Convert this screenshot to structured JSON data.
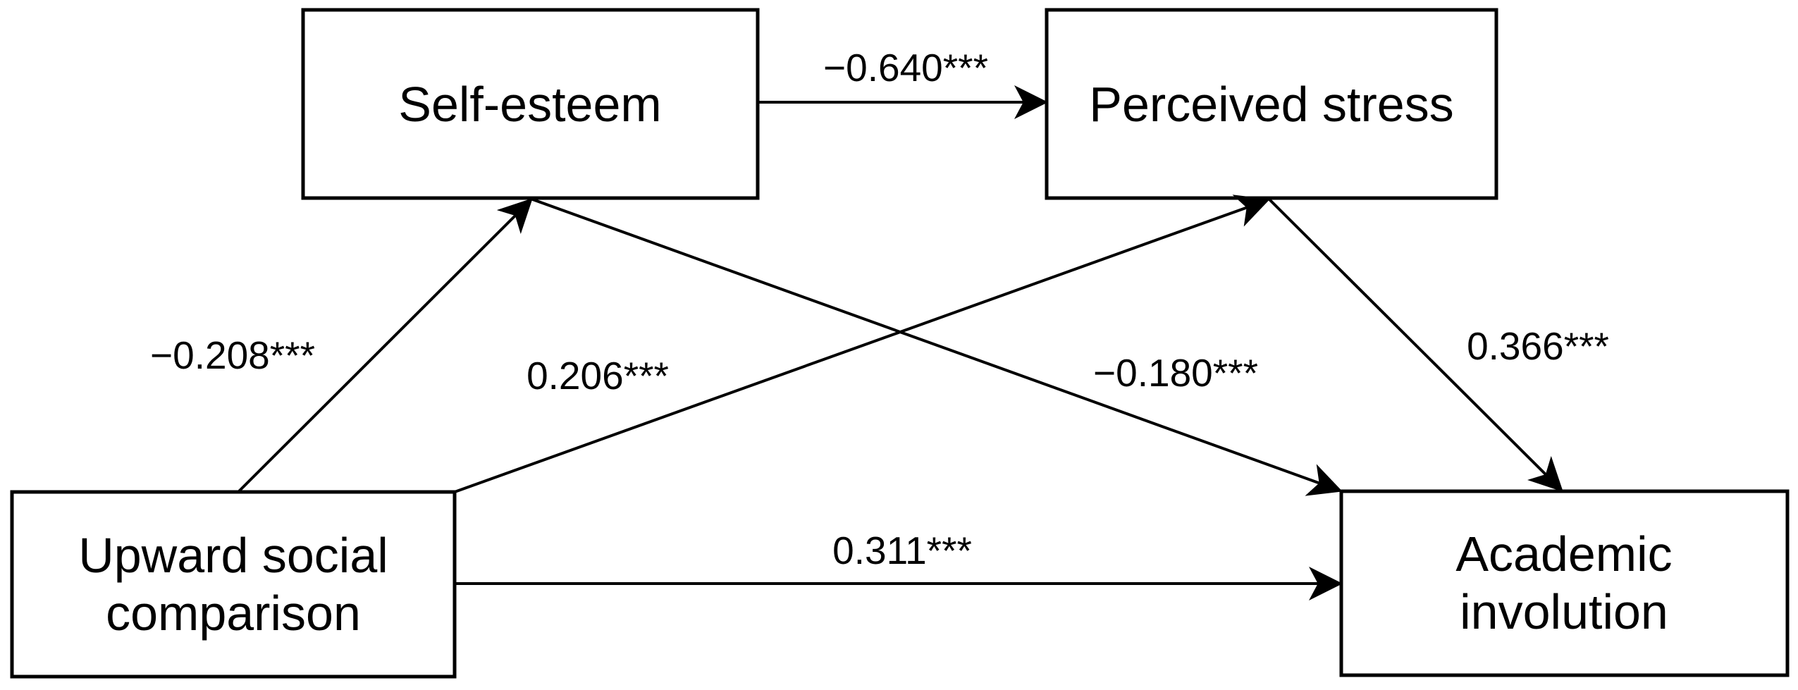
{
  "diagram": {
    "type": "structural-path-model",
    "background_color": "#ffffff",
    "line_color": "#000000",
    "nodes": [
      {
        "id": "self_esteem",
        "label": "Self-esteem",
        "lines": [
          "Self-esteem"
        ]
      },
      {
        "id": "perceived_stress",
        "label": "Perceived stress",
        "lines": [
          "Perceived stress"
        ]
      },
      {
        "id": "upward_social_comparison",
        "label": "Upward social comparison",
        "lines": [
          "Upward social",
          "comparison"
        ]
      },
      {
        "id": "academic_involution",
        "label": "Academic involution",
        "lines": [
          "Academic",
          "involution"
        ]
      }
    ],
    "edges": [
      {
        "from": "self_esteem",
        "to": "perceived_stress",
        "label": "−0.640***",
        "coefficient": -0.64,
        "significance": "***"
      },
      {
        "from": "upward_social_comparison",
        "to": "self_esteem",
        "label": "−0.208***",
        "coefficient": -0.208,
        "significance": "***"
      },
      {
        "from": "upward_social_comparison",
        "to": "perceived_stress",
        "label": "0.206***",
        "coefficient": 0.206,
        "significance": "***"
      },
      {
        "from": "self_esteem",
        "to": "academic_involution",
        "label": "−0.180***",
        "coefficient": -0.18,
        "significance": "***"
      },
      {
        "from": "perceived_stress",
        "to": "academic_involution",
        "label": "0.366***",
        "coefficient": 0.366,
        "significance": "***"
      },
      {
        "from": "upward_social_comparison",
        "to": "academic_involution",
        "label": "0.311***",
        "coefficient": 0.311,
        "significance": "***"
      }
    ]
  }
}
